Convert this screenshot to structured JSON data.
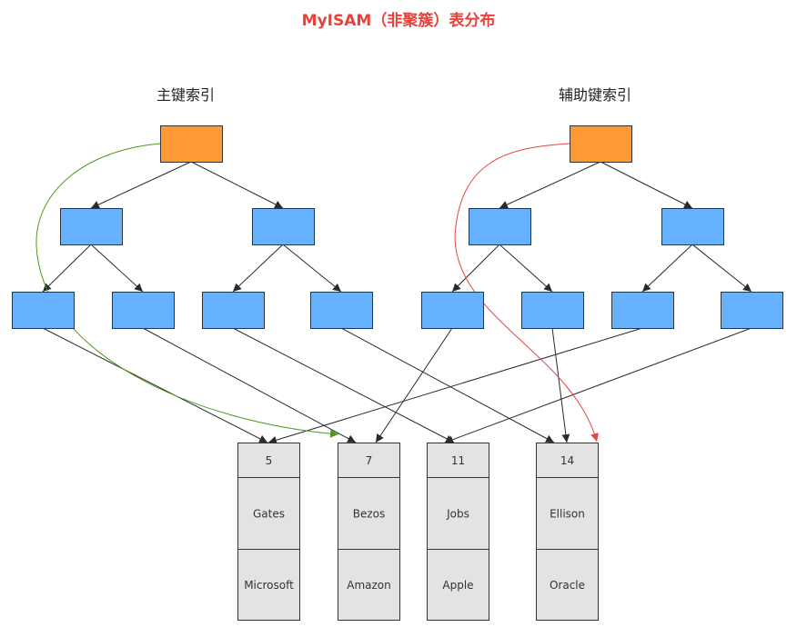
{
  "title": "MyISAM（非聚簇）表分布",
  "left_tree_label": "主键索引",
  "right_tree_label": "辅助键索引",
  "records": [
    {
      "key": "5",
      "name": "Gates",
      "company": "Microsoft"
    },
    {
      "key": "7",
      "name": "Bezos",
      "company": "Amazon"
    },
    {
      "key": "11",
      "name": "Jobs",
      "company": "Apple"
    },
    {
      "key": "14",
      "name": "Ellison",
      "company": "Oracle"
    }
  ],
  "colors": {
    "title": "#e8413a",
    "root_fill": "#ff9933",
    "node_fill": "#66b2ff",
    "record_fill": "#e3e3e3",
    "edge": "#2b2b2b",
    "left_highlight": "#4c9a1a",
    "right_highlight": "#e84545"
  }
}
